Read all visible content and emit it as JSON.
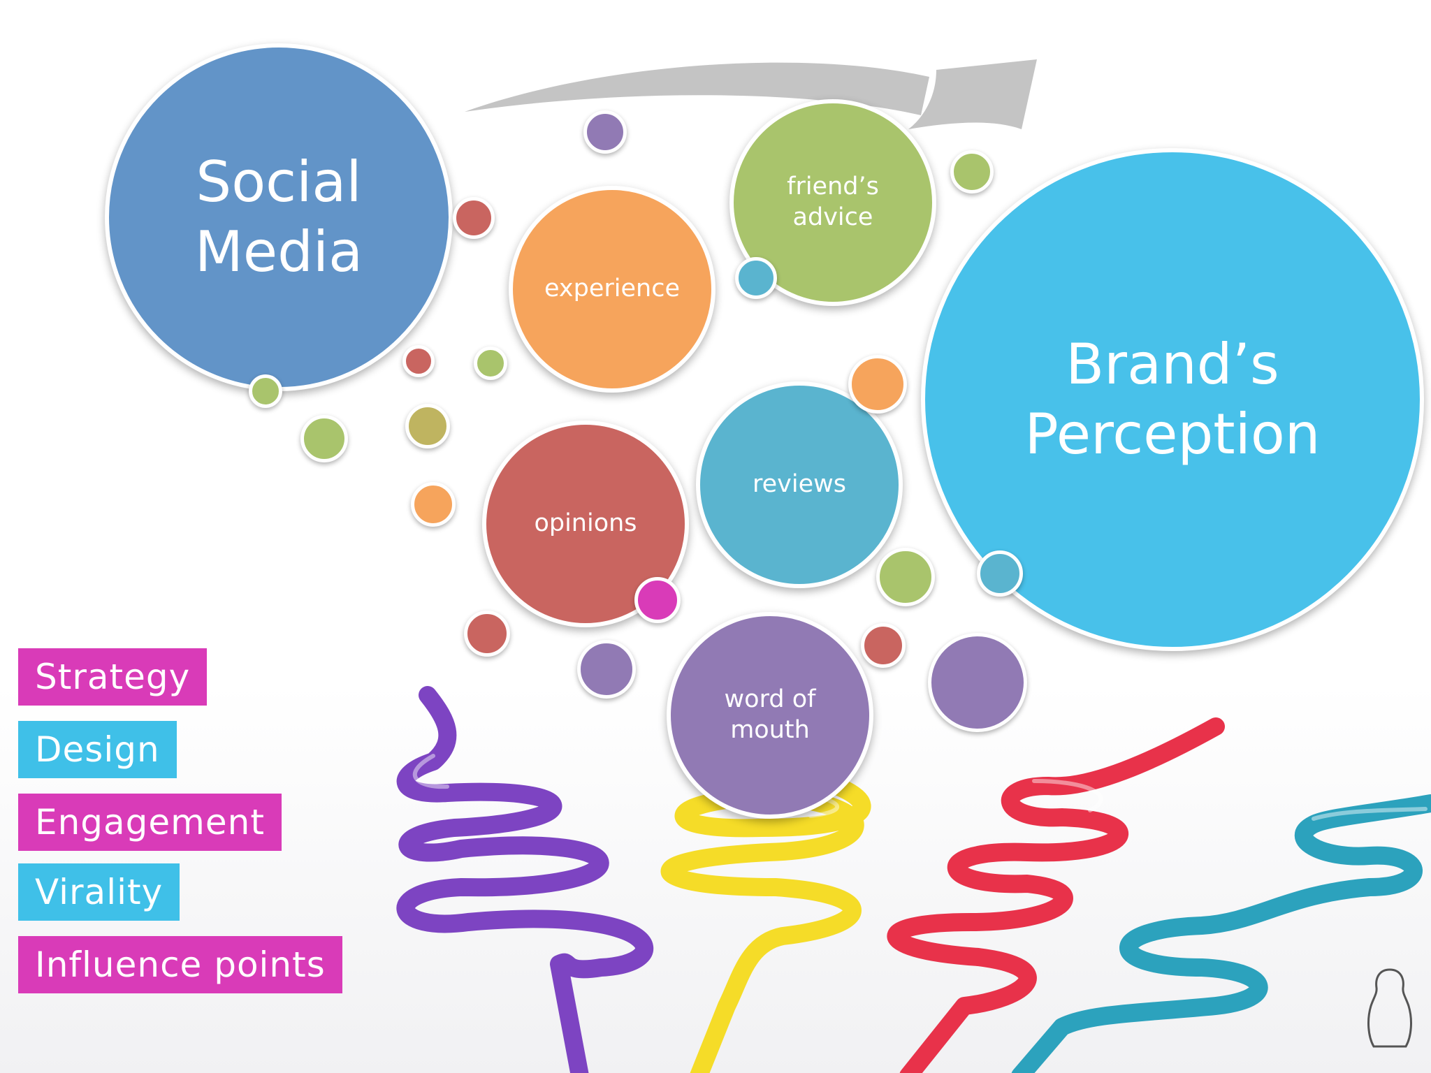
{
  "colors": {
    "social_media": "#6294c8",
    "brand": "#48c1ea",
    "orange": "#f6a45c",
    "green": "#a9c46c",
    "red": "#c96560",
    "teal": "#5ab4cf",
    "purple": "#917ab4",
    "magenta": "#d93bb8",
    "tag_pink": "#d93bb8",
    "tag_cyan": "#3fc0e8",
    "arrow": "#c4c4c4"
  },
  "nodes": {
    "social_media": "Social\nMedia",
    "brand_perception": "Brand’s\nPerception",
    "experience": "experience",
    "friends_advice": "friend’s\nadvice",
    "opinions": "opinions",
    "reviews": "reviews",
    "word_of_mouth": "word of\nmouth"
  },
  "tags": [
    "Strategy",
    "Design",
    "Engagement",
    "Virality",
    "Influence points"
  ],
  "illustration": "curly-straws",
  "logo": "matryoshka-outline-icon"
}
